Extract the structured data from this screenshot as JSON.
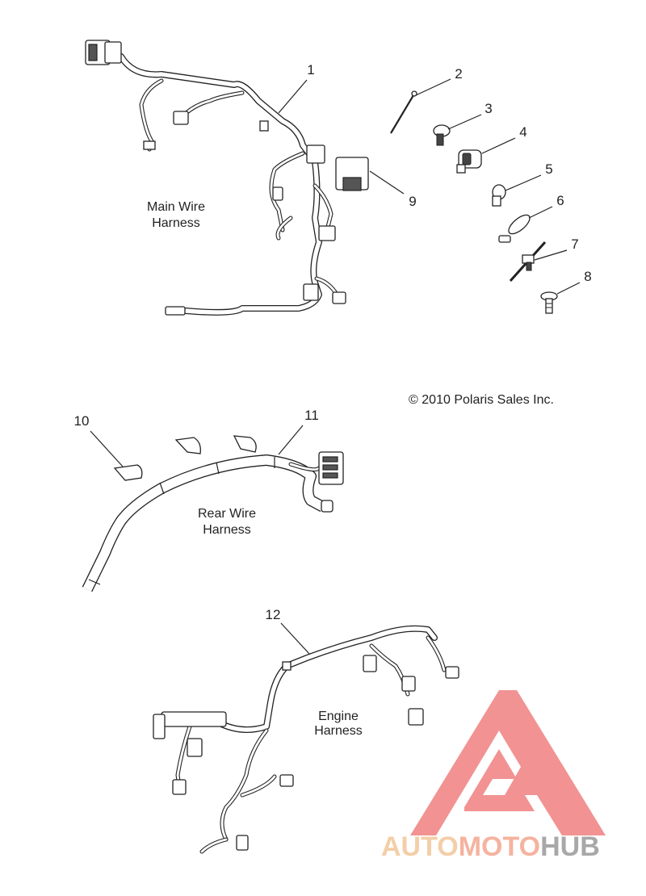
{
  "callouts": {
    "c1": "1",
    "c2": "2",
    "c3": "3",
    "c4": "4",
    "c5": "5",
    "c6": "6",
    "c7": "7",
    "c8": "8",
    "c9": "9",
    "c10": "10",
    "c11": "11",
    "c12": "12"
  },
  "labels": {
    "main_line1": "Main Wire",
    "main_line2": "Harness",
    "rear_line1": "Rear Wire",
    "rear_line2": "Harness",
    "engine_line1": "Engine",
    "engine_line2": "Harness"
  },
  "copyright": "© 2010 Polaris Sales Inc.",
  "watermark": {
    "part1": "AUTO",
    "part2": "MOTO",
    "part3": "HUB",
    "colors": {
      "auto": "#f2c69a",
      "moto": "#f4a68f",
      "hub": "#9a9a9a",
      "mark": "#f08080"
    }
  }
}
